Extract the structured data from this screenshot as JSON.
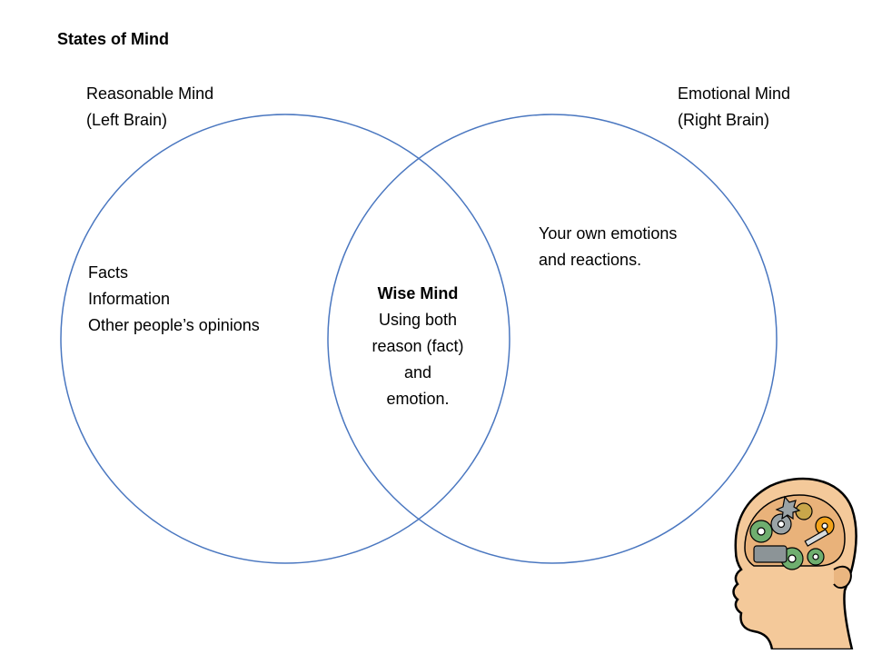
{
  "title": "States of Mind",
  "left_circle": {
    "label_lines": [
      "Reasonable Mind",
      "(Left Brain)"
    ],
    "items": [
      "Facts",
      "Information",
      "Other people’s opinions"
    ]
  },
  "right_circle": {
    "label_lines": [
      "Emotional Mind",
      "(Right Brain)"
    ],
    "items": [
      "Your own emotions",
      "and reactions."
    ]
  },
  "overlap": {
    "heading": "Wise Mind",
    "lines": [
      "Using both",
      "reason (fact)",
      "and",
      "emotion."
    ]
  },
  "colors": {
    "circle_stroke": "#4a77c0",
    "brain_skin": "#f4c99a",
    "gear_green": "#6fae6f",
    "gear_grey": "#9aa3a6",
    "gear_orange": "#f2a21a"
  },
  "decoration": {
    "icon": "brain-gears-icon"
  }
}
